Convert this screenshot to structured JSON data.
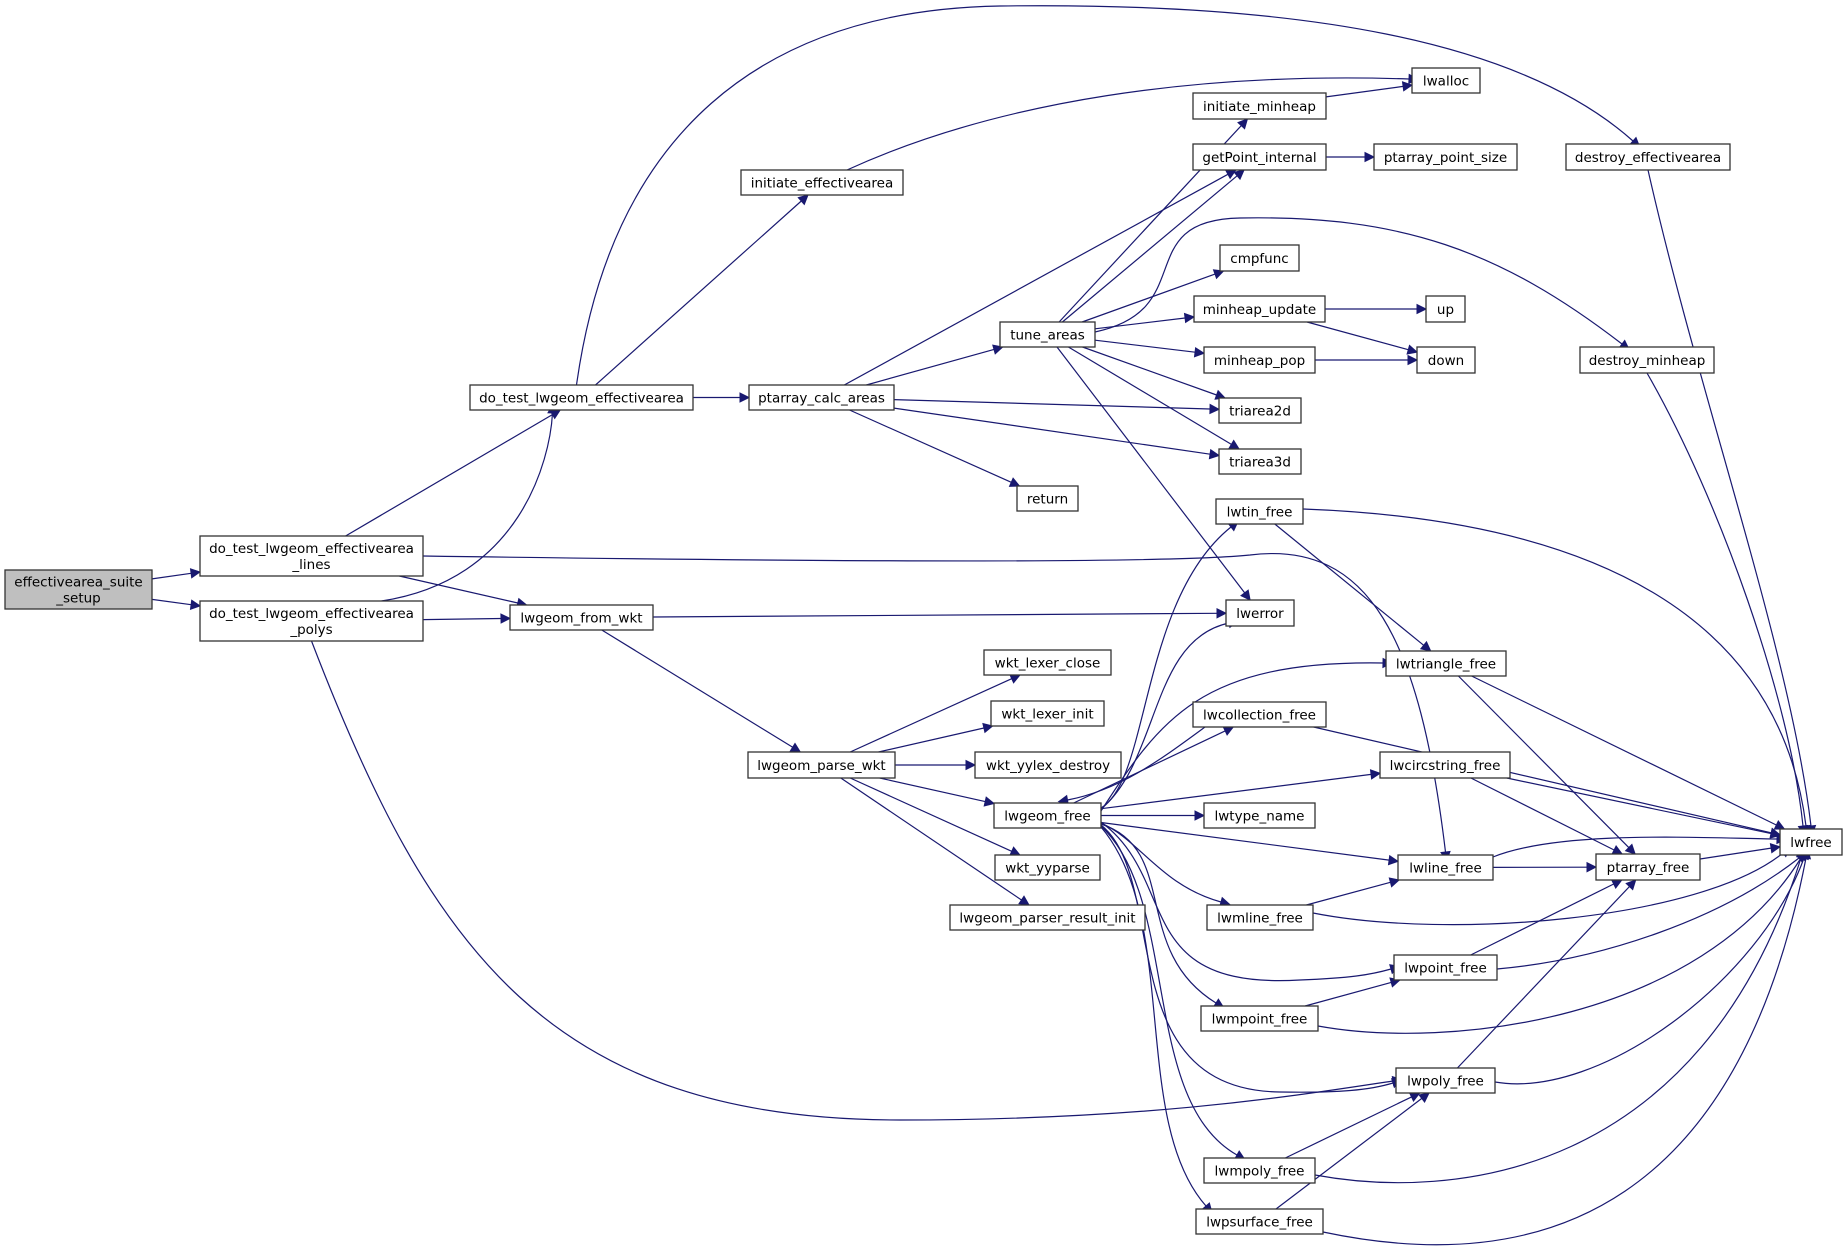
{
  "title": "effectivearea_suite_setup call graph",
  "colors": {
    "edge": "#191970",
    "root_fill": "#bfbfbf",
    "node_fill": "#ffffff",
    "node_border": "#333333"
  },
  "nodes": [
    {
      "id": "root",
      "label": [
        "effectivearea_suite",
        "_setup"
      ],
      "root": true
    },
    {
      "id": "dt_lines",
      "label": [
        "do_test_lwgeom_effectivearea",
        "_lines"
      ]
    },
    {
      "id": "dt_polys",
      "label": [
        "do_test_lwgeom_effectivearea",
        "_polys"
      ]
    },
    {
      "id": "dt_ea",
      "label": [
        "do_test_lwgeom_effectivearea"
      ]
    },
    {
      "id": "from_wkt",
      "label": [
        "lwgeom_from_wkt"
      ]
    },
    {
      "id": "init_ea",
      "label": [
        "initiate_effectivearea"
      ]
    },
    {
      "id": "calc_areas",
      "label": [
        "ptarray_calc_areas"
      ]
    },
    {
      "id": "parse_wkt",
      "label": [
        "lwgeom_parse_wkt"
      ]
    },
    {
      "id": "tune_areas",
      "label": [
        "tune_areas"
      ]
    },
    {
      "id": "ret",
      "label": [
        "return"
      ]
    },
    {
      "id": "lexer_close",
      "label": [
        "wkt_lexer_close"
      ]
    },
    {
      "id": "lexer_init",
      "label": [
        "wkt_lexer_init"
      ]
    },
    {
      "id": "yylex_destroy",
      "label": [
        "wkt_yylex_destroy"
      ]
    },
    {
      "id": "lwgeom_free",
      "label": [
        "lwgeom_free"
      ]
    },
    {
      "id": "yyparse",
      "label": [
        "wkt_yyparse"
      ]
    },
    {
      "id": "parser_init",
      "label": [
        "lwgeom_parser_result_init"
      ]
    },
    {
      "id": "init_minheap",
      "label": [
        "initiate_minheap"
      ]
    },
    {
      "id": "getpoint",
      "label": [
        "getPoint_internal"
      ]
    },
    {
      "id": "cmpfunc",
      "label": [
        "cmpfunc"
      ]
    },
    {
      "id": "mh_update",
      "label": [
        "minheap_update"
      ]
    },
    {
      "id": "mh_pop",
      "label": [
        "minheap_pop"
      ]
    },
    {
      "id": "triarea2d",
      "label": [
        "triarea2d"
      ]
    },
    {
      "id": "triarea3d",
      "label": [
        "triarea3d"
      ]
    },
    {
      "id": "lwtin_free",
      "label": [
        "lwtin_free"
      ]
    },
    {
      "id": "lwerror",
      "label": [
        "lwerror"
      ]
    },
    {
      "id": "lwcollection_free",
      "label": [
        "lwcollection_free"
      ]
    },
    {
      "id": "lwtype_name",
      "label": [
        "lwtype_name"
      ]
    },
    {
      "id": "lwmline_free",
      "label": [
        "lwmline_free"
      ]
    },
    {
      "id": "lwmpoint_free",
      "label": [
        "lwmpoint_free"
      ]
    },
    {
      "id": "lwmpoly_free",
      "label": [
        "lwmpoly_free"
      ]
    },
    {
      "id": "lwpsurface_free",
      "label": [
        "lwpsurface_free"
      ]
    },
    {
      "id": "lwalloc",
      "label": [
        "lwalloc"
      ]
    },
    {
      "id": "pt_point_size",
      "label": [
        "ptarray_point_size"
      ]
    },
    {
      "id": "up",
      "label": [
        "up"
      ]
    },
    {
      "id": "down",
      "label": [
        "down"
      ]
    },
    {
      "id": "lwtriangle_free",
      "label": [
        "lwtriangle_free"
      ]
    },
    {
      "id": "lwcircstring_free",
      "label": [
        "lwcircstring_free"
      ]
    },
    {
      "id": "lwline_free",
      "label": [
        "lwline_free"
      ]
    },
    {
      "id": "lwpoint_free",
      "label": [
        "lwpoint_free"
      ]
    },
    {
      "id": "lwpoly_free",
      "label": [
        "lwpoly_free"
      ]
    },
    {
      "id": "destroy_ea",
      "label": [
        "destroy_effectivearea"
      ]
    },
    {
      "id": "destroy_minheap",
      "label": [
        "destroy_minheap"
      ]
    },
    {
      "id": "ptarray_free",
      "label": [
        "ptarray_free"
      ]
    },
    {
      "id": "lwfree",
      "label": [
        "lwfree"
      ]
    }
  ],
  "edges": [
    [
      "root",
      "dt_lines"
    ],
    [
      "root",
      "dt_polys"
    ],
    [
      "dt_lines",
      "dt_ea"
    ],
    [
      "dt_lines",
      "from_wkt"
    ],
    [
      "dt_lines",
      "lwline_free"
    ],
    [
      "dt_polys",
      "dt_ea"
    ],
    [
      "dt_polys",
      "from_wkt"
    ],
    [
      "dt_polys",
      "lwpoly_free"
    ],
    [
      "dt_ea",
      "init_ea"
    ],
    [
      "dt_ea",
      "calc_areas"
    ],
    [
      "dt_ea",
      "destroy_ea"
    ],
    [
      "from_wkt",
      "parse_wkt"
    ],
    [
      "from_wkt",
      "lwerror"
    ],
    [
      "init_ea",
      "lwalloc"
    ],
    [
      "calc_areas",
      "getpoint"
    ],
    [
      "calc_areas",
      "tune_areas"
    ],
    [
      "calc_areas",
      "triarea2d"
    ],
    [
      "calc_areas",
      "triarea3d"
    ],
    [
      "calc_areas",
      "ret"
    ],
    [
      "tune_areas",
      "init_minheap"
    ],
    [
      "tune_areas",
      "getpoint"
    ],
    [
      "tune_areas",
      "cmpfunc"
    ],
    [
      "tune_areas",
      "mh_update"
    ],
    [
      "tune_areas",
      "mh_pop"
    ],
    [
      "tune_areas",
      "triarea2d"
    ],
    [
      "tune_areas",
      "triarea3d"
    ],
    [
      "tune_areas",
      "lwerror"
    ],
    [
      "tune_areas",
      "destroy_minheap"
    ],
    [
      "parse_wkt",
      "lexer_close"
    ],
    [
      "parse_wkt",
      "lexer_init"
    ],
    [
      "parse_wkt",
      "yylex_destroy"
    ],
    [
      "parse_wkt",
      "lwgeom_free"
    ],
    [
      "parse_wkt",
      "yyparse"
    ],
    [
      "parse_wkt",
      "parser_init"
    ],
    [
      "init_minheap",
      "lwalloc"
    ],
    [
      "getpoint",
      "pt_point_size"
    ],
    [
      "mh_update",
      "up"
    ],
    [
      "mh_update",
      "down"
    ],
    [
      "mh_pop",
      "down"
    ],
    [
      "lwgeom_free",
      "lwtin_free"
    ],
    [
      "lwgeom_free",
      "lwerror"
    ],
    [
      "lwgeom_free",
      "lwtriangle_free"
    ],
    [
      "lwgeom_free",
      "lwcollection_free"
    ],
    [
      "lwgeom_free",
      "lwcircstring_free"
    ],
    [
      "lwgeom_free",
      "lwtype_name"
    ],
    [
      "lwgeom_free",
      "lwline_free"
    ],
    [
      "lwgeom_free",
      "lwmline_free"
    ],
    [
      "lwgeom_free",
      "lwpoint_free"
    ],
    [
      "lwgeom_free",
      "lwmpoint_free"
    ],
    [
      "lwgeom_free",
      "lwpoly_free"
    ],
    [
      "lwgeom_free",
      "lwmpoly_free"
    ],
    [
      "lwgeom_free",
      "lwpsurface_free"
    ],
    [
      "lwcollection_free",
      "lwgeom_free"
    ],
    [
      "lwcollection_free",
      "lwfree"
    ],
    [
      "lwtin_free",
      "lwtriangle_free"
    ],
    [
      "lwtin_free",
      "lwfree"
    ],
    [
      "lwtriangle_free",
      "ptarray_free"
    ],
    [
      "lwtriangle_free",
      "lwfree"
    ],
    [
      "lwcircstring_free",
      "ptarray_free"
    ],
    [
      "lwcircstring_free",
      "lwfree"
    ],
    [
      "lwline_free",
      "ptarray_free"
    ],
    [
      "lwline_free",
      "lwfree"
    ],
    [
      "lwmline_free",
      "lwline_free"
    ],
    [
      "lwmline_free",
      "lwfree"
    ],
    [
      "lwpoint_free",
      "ptarray_free"
    ],
    [
      "lwpoint_free",
      "lwfree"
    ],
    [
      "lwmpoint_free",
      "lwpoint_free"
    ],
    [
      "lwmpoint_free",
      "lwfree"
    ],
    [
      "lwpoly_free",
      "ptarray_free"
    ],
    [
      "lwpoly_free",
      "lwfree"
    ],
    [
      "lwmpoly_free",
      "lwpoly_free"
    ],
    [
      "lwmpoly_free",
      "lwfree"
    ],
    [
      "lwpsurface_free",
      "lwpoly_free"
    ],
    [
      "lwpsurface_free",
      "lwfree"
    ],
    [
      "destroy_ea",
      "lwfree"
    ],
    [
      "destroy_minheap",
      "lwfree"
    ],
    [
      "ptarray_free",
      "lwfree"
    ]
  ]
}
